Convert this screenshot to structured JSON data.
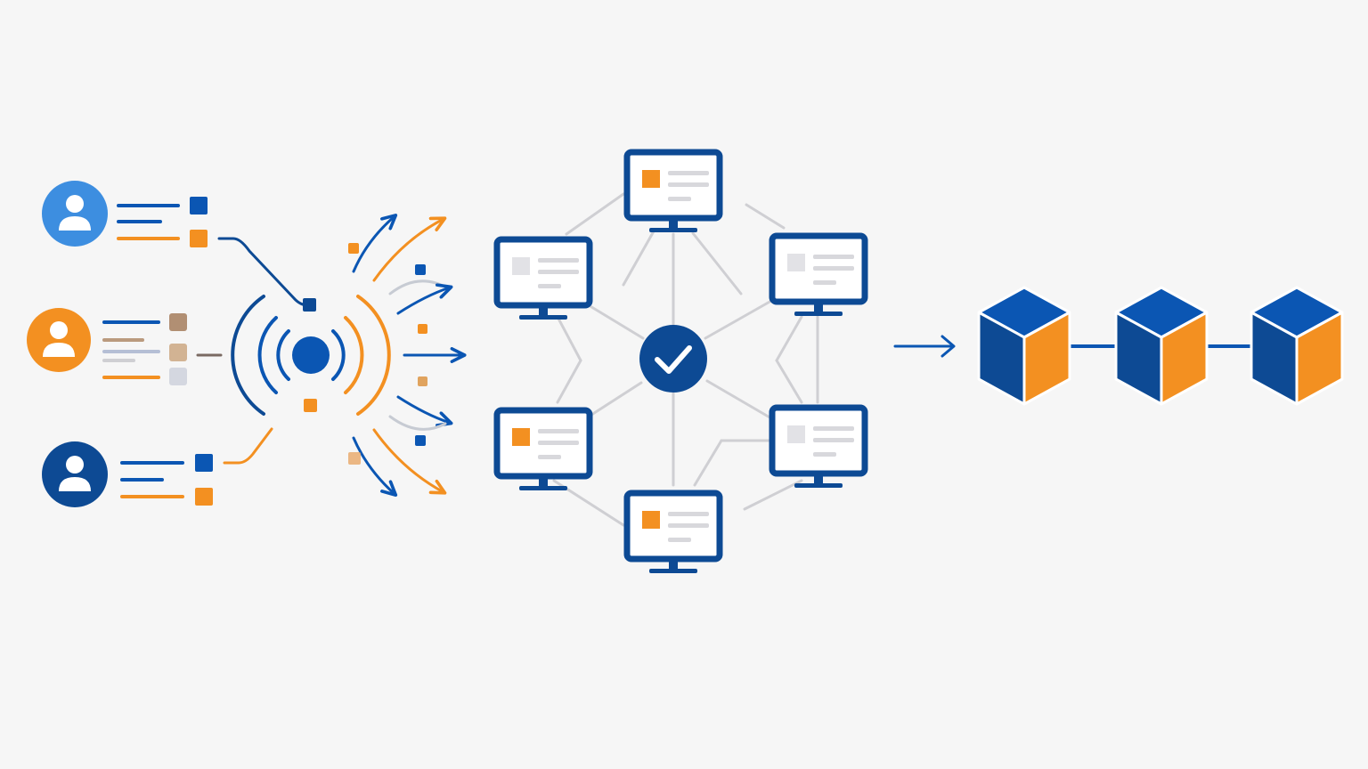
{
  "colors": {
    "background": "#f6f6f6",
    "primary_blue": "#0b56b3",
    "dark_blue": "#0d4a94",
    "light_blue": "#3d8ee0",
    "orange": "#f39021",
    "gray_line": "#cfcfd3",
    "gray_fill": "#d8d8dc",
    "white": "#ffffff"
  },
  "icons": {
    "user": "user-icon",
    "broadcast": "broadcast-icon",
    "monitor": "monitor-icon",
    "verified": "checkmark-icon",
    "block": "cube-icon",
    "arrow": "arrow-right-icon"
  },
  "diagram": {
    "users": [
      {
        "id": "user-1",
        "color": "#3d8ee0"
      },
      {
        "id": "user-2",
        "color": "#f39021"
      },
      {
        "id": "user-3",
        "color": "#0d4a94"
      }
    ],
    "network_nodes": [
      {
        "id": "node-top",
        "accent": "orange"
      },
      {
        "id": "node-upper-left",
        "accent": "gray"
      },
      {
        "id": "node-upper-right",
        "accent": "gray"
      },
      {
        "id": "node-lower-left",
        "accent": "orange"
      },
      {
        "id": "node-lower-right",
        "accent": "gray"
      },
      {
        "id": "node-bottom",
        "accent": "orange"
      }
    ],
    "chain_blocks": [
      {
        "id": "block-1"
      },
      {
        "id": "block-2"
      },
      {
        "id": "block-3"
      }
    ]
  }
}
